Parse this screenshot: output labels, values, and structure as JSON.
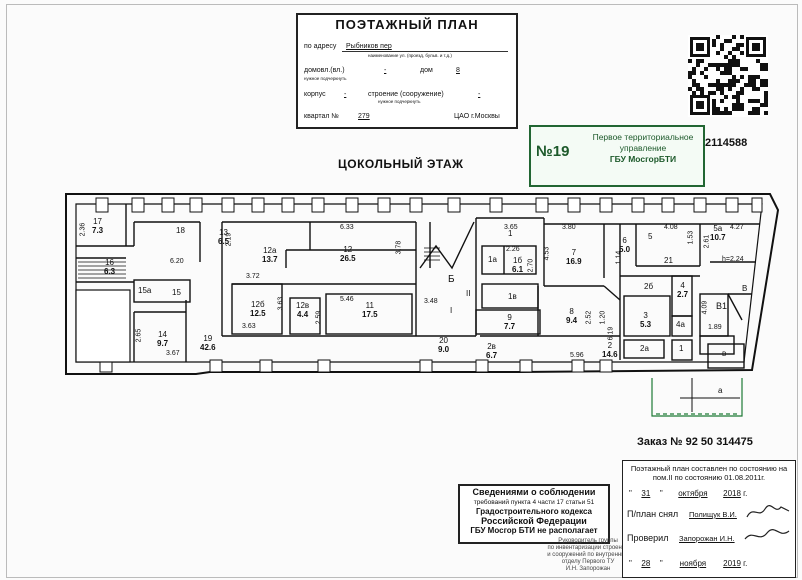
{
  "title_block": {
    "heading": "ПОЭТАЖНЫЙ ПЛАН",
    "address_label": "по адресу",
    "address_value": "Рыбников пер",
    "address_hint": "наименование ул. (проезд, бульв. и т.д.)",
    "domovl_label": "домовл.(вл.)",
    "domovl_value": "-",
    "dom_label": "дом",
    "dom_value": "8",
    "domovl_hint": "нужное подчеркнуть",
    "korpus_label": "корпус",
    "korpus_value": "-",
    "stroenie_label": "строение (сооружение)",
    "stroenie_value": "-",
    "stroenie_hint": "нужное подчеркнуть",
    "kvartal_label": "квартал №",
    "kvartal_value": "279",
    "district": "ЦАО г.Москвы"
  },
  "stamp": {
    "number": "№19",
    "line1": "Первое территориальное",
    "line2": "управление",
    "line3": "ГБУ МосгорБТИ"
  },
  "inventory_number": "2114588",
  "floor_title": "ЦОКОЛЬНЫЙ ЭТАЖ",
  "rooms": [
    {
      "num": "17",
      "area": "7.3"
    },
    {
      "num": "16",
      "area": "6.3"
    },
    {
      "num": "18",
      "area": ""
    },
    {
      "num": "13",
      "area": "6.5"
    },
    {
      "num": "12а",
      "area": "13.7"
    },
    {
      "num": "12",
      "area": "26.5"
    },
    {
      "num": "15а",
      "area": ""
    },
    {
      "num": "15",
      "area": ""
    },
    {
      "num": "14",
      "area": "9.7"
    },
    {
      "num": "19",
      "area": "42.6"
    },
    {
      "num": "12б",
      "area": "12.5"
    },
    {
      "num": "12в",
      "area": "4.4"
    },
    {
      "num": "11",
      "area": "17.5"
    },
    {
      "num": "Б",
      "area": ""
    },
    {
      "num": "II",
      "area": ""
    },
    {
      "num": "I",
      "area": ""
    },
    {
      "num": "20",
      "area": "9.0"
    },
    {
      "num": "1",
      "area": ""
    },
    {
      "num": "1а",
      "area": ""
    },
    {
      "num": "1б",
      "area": "6.1"
    },
    {
      "num": "1в",
      "area": ""
    },
    {
      "num": "9",
      "area": "7.7"
    },
    {
      "num": "2в",
      "area": "6.7"
    },
    {
      "num": "7",
      "area": "16.9"
    },
    {
      "num": "8",
      "area": "9.4"
    },
    {
      "num": "2",
      "area": "14.6"
    },
    {
      "num": "6",
      "area": "5.0"
    },
    {
      "num": "5",
      "area": ""
    },
    {
      "num": "21",
      "area": ""
    },
    {
      "num": "2б",
      "area": ""
    },
    {
      "num": "3",
      "area": "5.3"
    },
    {
      "num": "4",
      "area": "2.7"
    },
    {
      "num": "4а",
      "area": ""
    },
    {
      "num": "2а",
      "area": ""
    },
    {
      "num": "1",
      "area": ""
    },
    {
      "num": "5а",
      "area": "10.7"
    },
    {
      "num": "В1",
      "area": ""
    },
    {
      "num": "В",
      "area": ""
    },
    {
      "num": "в",
      "area": ""
    },
    {
      "num": "а",
      "area": ""
    }
  ],
  "dims": [
    "2.36",
    "6.20",
    "2.19",
    "6.33",
    "3.78",
    "3.72",
    "3.63",
    "3.63",
    "5.46",
    "2.59",
    "2.65",
    "3.67",
    "3.48",
    "3.65",
    "2.26",
    "2.70",
    "4.53",
    "3.80",
    "2.52",
    "1.20",
    "6.19",
    "5.96",
    "4.08",
    "1.53",
    "2.61",
    "4.27",
    "h=2.24",
    "4.09",
    "1.89",
    "1.14"
  ],
  "order": "Заказ № 92 50 314475",
  "info_box": {
    "line1": "Поэтажный план составлен по состоянию на",
    "line2": "пом.II по состоянию 01.08.2011г.",
    "date1_day": "31",
    "date1_month": "октября",
    "date1_year": "2018",
    "date_suffix": "г.",
    "plan_label": "П/план снял",
    "plan_name": "Полищук В.И.",
    "check_label": "Проверил",
    "check_name": "Запорожан И.Н.",
    "date2_day": "28",
    "date2_month": "ноября",
    "date2_year": "2019"
  },
  "compliance": {
    "l1": "Сведениями о соблюдении",
    "l2": "требований пункта 4 части 17 статьи 51",
    "l3": "Градостроительного кодекса",
    "l4": "Российской Федерации",
    "l5": "ГБУ  Мосгор БТИ не располагает"
  },
  "faint_stamp": {
    "l1": "Руководитель группы",
    "l2": "по инвентаризации строений",
    "l3": "и сооружений по внутренним",
    "l4": "отделу Первого ТУ",
    "l5": "И.Н. Запорожан"
  }
}
